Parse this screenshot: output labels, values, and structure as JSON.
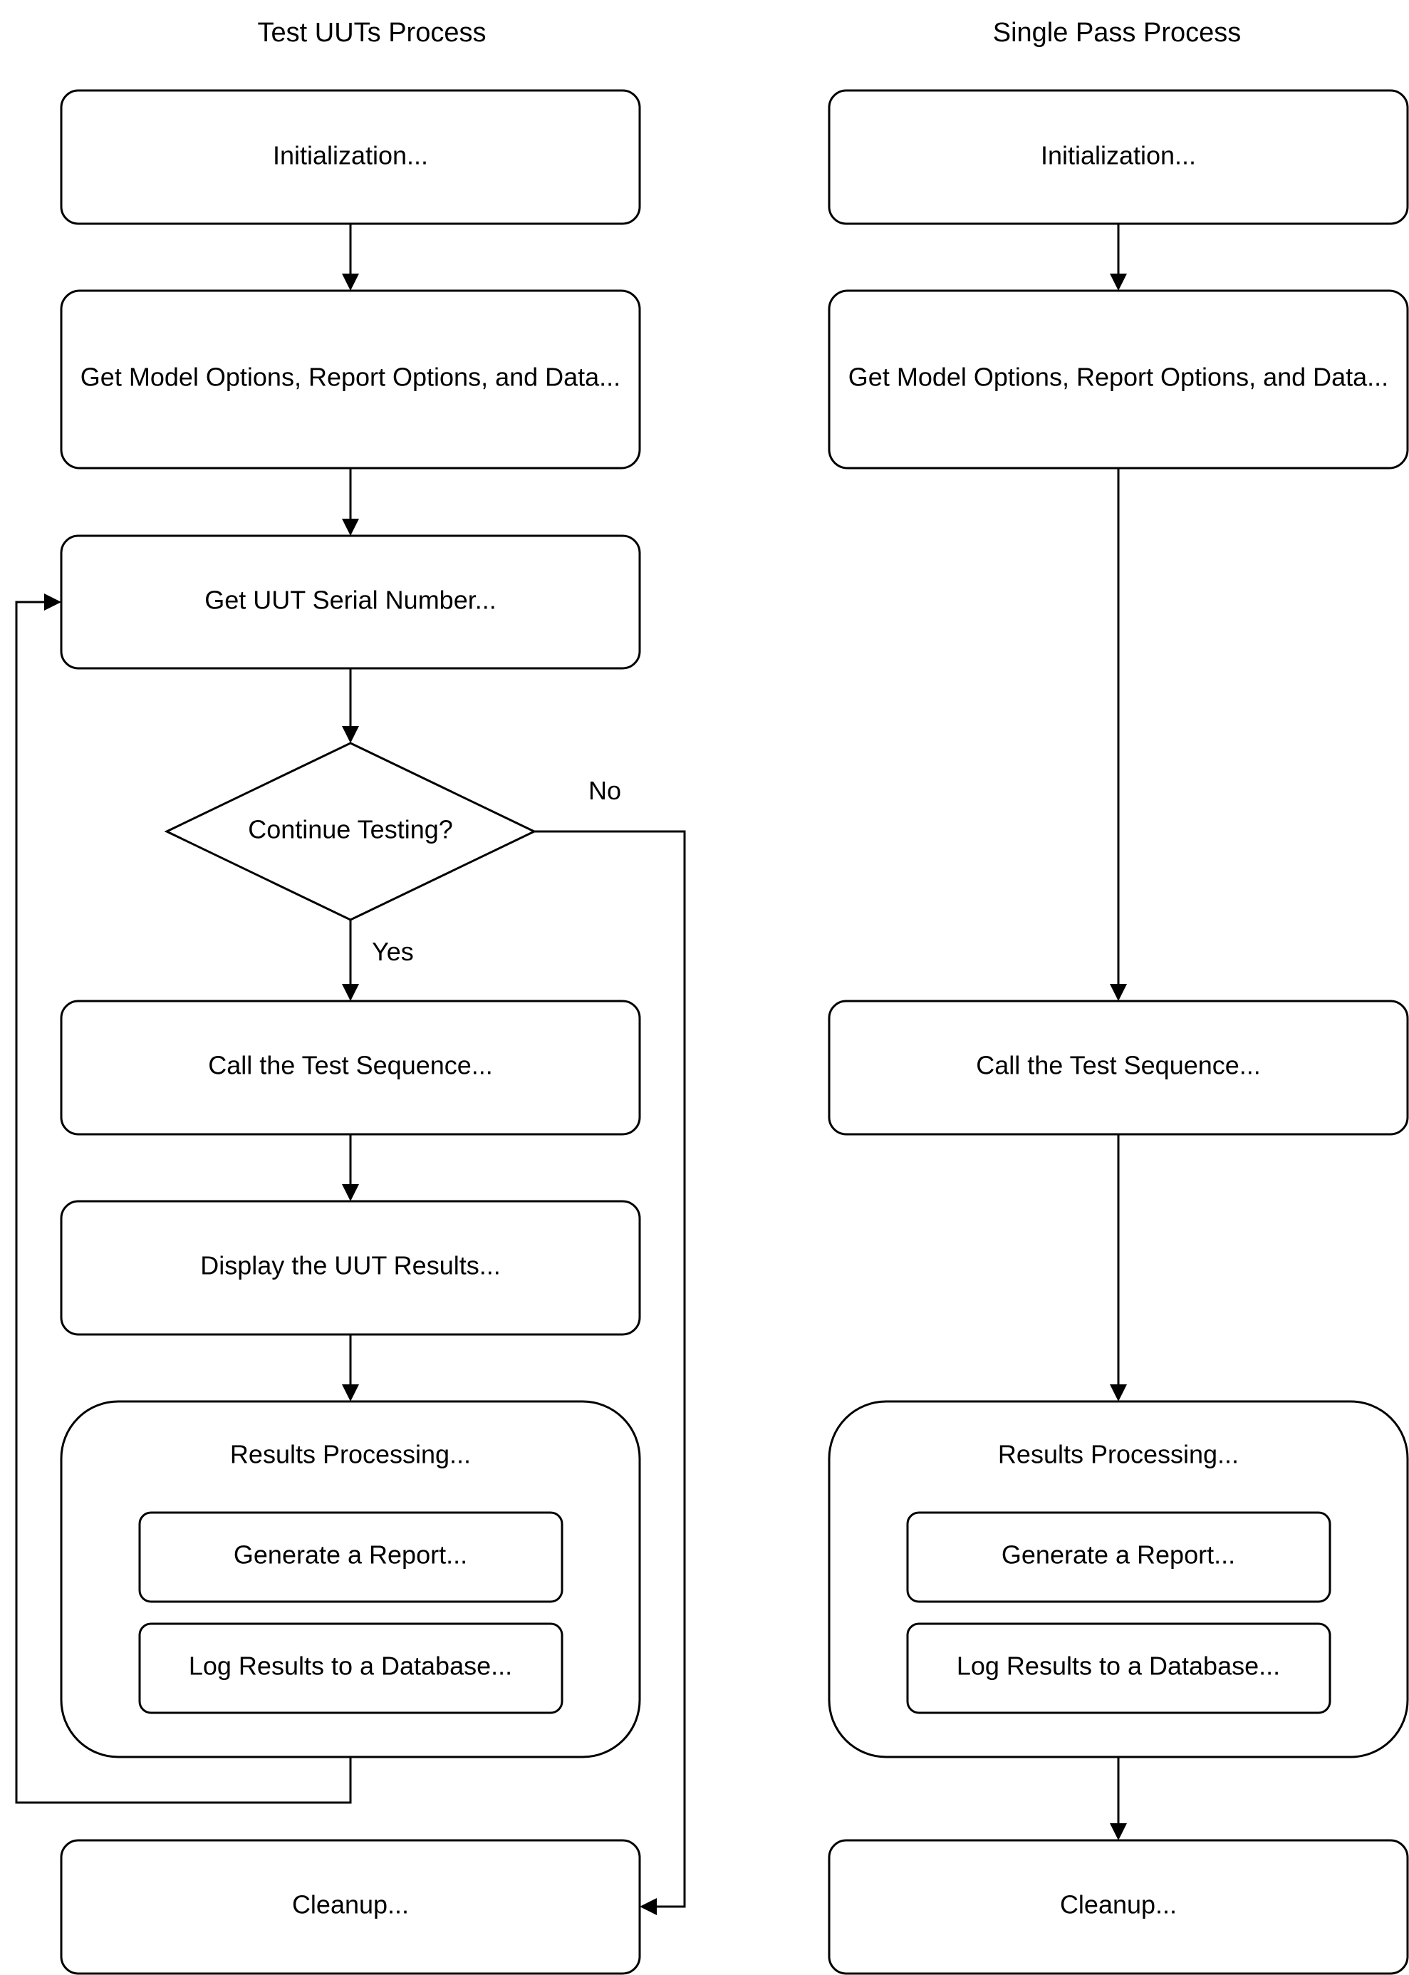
{
  "columns": {
    "left": {
      "title": "Test UUTs Process",
      "initialization": "Initialization...",
      "get_options": "Get Model Options, Report Options, and Data...",
      "get_serial": "Get UUT Serial Number...",
      "decision": "Continue Testing?",
      "call_sequence": "Call the Test Sequence...",
      "display_results": "Display the UUT Results...",
      "results_processing": "Results Processing...",
      "generate_report": "Generate a Report...",
      "log_results": "Log Results to a Database...",
      "cleanup": "Cleanup..."
    },
    "right": {
      "title": "Single Pass Process",
      "initialization": "Initialization...",
      "get_options": "Get Model Options, Report Options, and Data...",
      "call_sequence": "Call the Test Sequence...",
      "results_processing": "Results Processing...",
      "generate_report": "Generate a Report...",
      "log_results": "Log Results to a Database...",
      "cleanup": "Cleanup..."
    }
  },
  "edge_labels": {
    "yes": "Yes",
    "no": "No"
  },
  "colors": {
    "stroke": "#000000",
    "fill": "#ffffff",
    "text": "#000000"
  }
}
